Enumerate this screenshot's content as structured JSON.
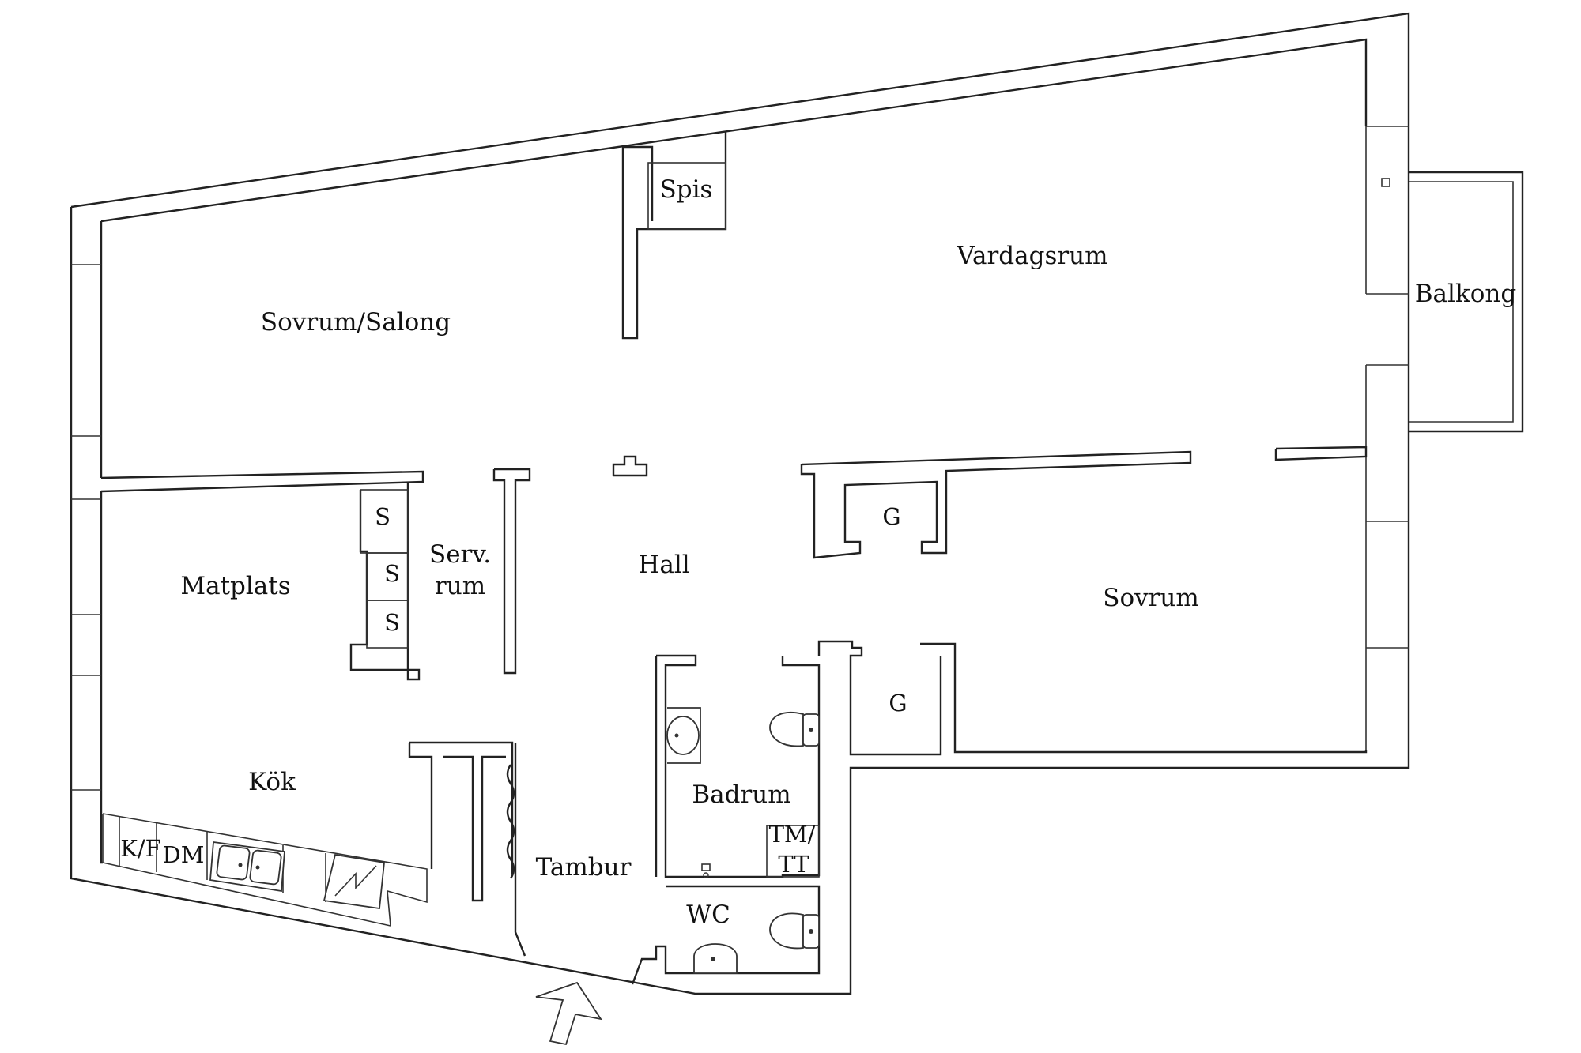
{
  "rooms": {
    "sovrum_salong": "Sovrum/Salong",
    "spis": "Spis",
    "vardagsrum": "Vardagsrum",
    "balkong": "Balkong",
    "matplats": "Matplats",
    "serv_line1": "Serv.",
    "serv_line2": "rum",
    "hall": "Hall",
    "sovrum": "Sovrum",
    "kok": "Kök",
    "tambur": "Tambur",
    "badrum": "Badrum",
    "wc": "WC"
  },
  "fixtures": {
    "storage_1": "S",
    "storage_2": "S",
    "storage_3": "S",
    "wardrobe_1": "G",
    "wardrobe_2": "G",
    "fridge_freezer": "K/F",
    "dishwasher": "DM",
    "washer_line1": "TM/",
    "washer_line2": "TT"
  },
  "colors": {
    "wall": "#222222",
    "background": "#ffffff"
  },
  "icons": {
    "entrance": "entrance-arrow-icon",
    "stove": "stove-icon",
    "sink": "sink-icon",
    "toilet": "toilet-icon",
    "washbasin": "washbasin-icon"
  }
}
